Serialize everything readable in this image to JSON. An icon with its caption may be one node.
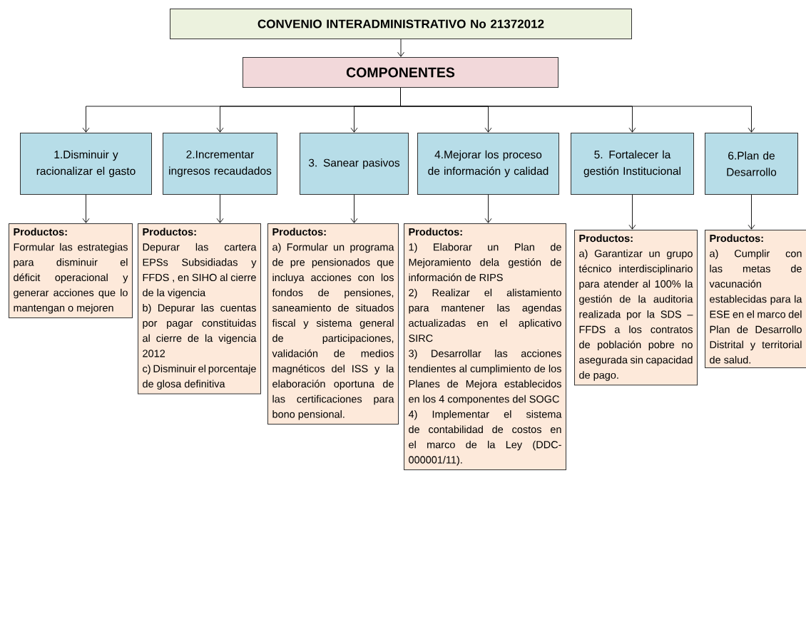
{
  "diagram": {
    "nodes": [
      {
        "text": [
          "CONVENIO INTERADMINISTRATIVO No 21372012"
        ]
      },
      {
        "text": [
          "COMPONENTES"
        ]
      },
      {
        "text": [
          "1.Disminuir y racionalizar el gasto"
        ]
      },
      {
        "text": [
          "2.Incrementar ingresos recaudados"
        ]
      },
      {
        "text": [
          "3. Sanear pasivos"
        ]
      },
      {
        "text": [
          "4.Mejorar los proceso de información y calidad"
        ]
      },
      {
        "text": [
          "5. Fortalecer la gestión Institucional"
        ]
      },
      {
        "text": [
          "6.Plan de Desarrollo"
        ]
      },
      {
        "text": [
          "Productos:",
          "Formular las estrategias para disminuir el déficit operacional y generar acciones que lo mantengan o mejoren"
        ]
      },
      {
        "text": [
          "Productos:",
          "Depurar las cartera EPSs Subsidiadas y FFDS , en SIHO al cierre de la vigencia",
          "b) Depurar las cuentas por pagar constituidas al cierre de la vigencia 2012",
          "c) Disminuir el porcentaje de glosa definitiva"
        ]
      },
      {
        "text": [
          "Productos:",
          "a) Formular un programa de pre pensionados que incluya acciones con los fondos de pensiones, saneamiento de situados fiscal y sistema general de participaciones, validación de medios magnéticos del ISS y la elaboración oportuna de las certificaciones para bono pensional."
        ]
      },
      {
        "text": [
          "Productos:",
          "1) Elaborar un Plan de Mejoramiento dela gestión de información de RIPS",
          "2) Realizar el alistamiento para mantener las agendas actualizadas en el aplicativo SIRC",
          "3) Desarrollar las acciones tendientes al cumplimiento de los Planes de Mejora establecidos en los 4 componentes del SOGC",
          "4) Implementar el sistema de contabilidad de costos en el marco de la Ley (DDC-000001/11)."
        ]
      },
      {
        "text": [
          "Productos:",
          "a) Garantizar un grupo técnico interdisciplinario para atender al 100% la gestión de la auditoria realizada por la SDS – FFDS a los contratos de población pobre no asegurada sin capacidad de pago."
        ]
      },
      {
        "text": [
          "Productos:",
          "a) Cumplir con las metas de vacunación establecidas para la ESE en el marco del Plan de Desarrollo Distrital y territorial de salud."
        ]
      }
    ],
    "edges": [
      {
        "from": 0,
        "to": 1,
        "arrow": "to"
      },
      {
        "from": 1,
        "to": 2,
        "arrow": "to"
      },
      {
        "from": 1,
        "to": 3,
        "arrow": "to"
      },
      {
        "from": 1,
        "to": 4,
        "arrow": "to"
      },
      {
        "from": 1,
        "to": 5,
        "arrow": "to"
      },
      {
        "from": 1,
        "to": 6,
        "arrow": "to"
      },
      {
        "from": 1,
        "to": 7,
        "arrow": "to"
      },
      {
        "from": 2,
        "to": 8,
        "arrow": "to"
      },
      {
        "from": 3,
        "to": 9,
        "arrow": "to"
      },
      {
        "from": 4,
        "to": 10,
        "arrow": "to"
      },
      {
        "from": 5,
        "to": 11,
        "arrow": "to"
      },
      {
        "from": 6,
        "to": 12,
        "arrow": "to"
      },
      {
        "from": 7,
        "to": 13,
        "arrow": "to"
      }
    ]
  }
}
